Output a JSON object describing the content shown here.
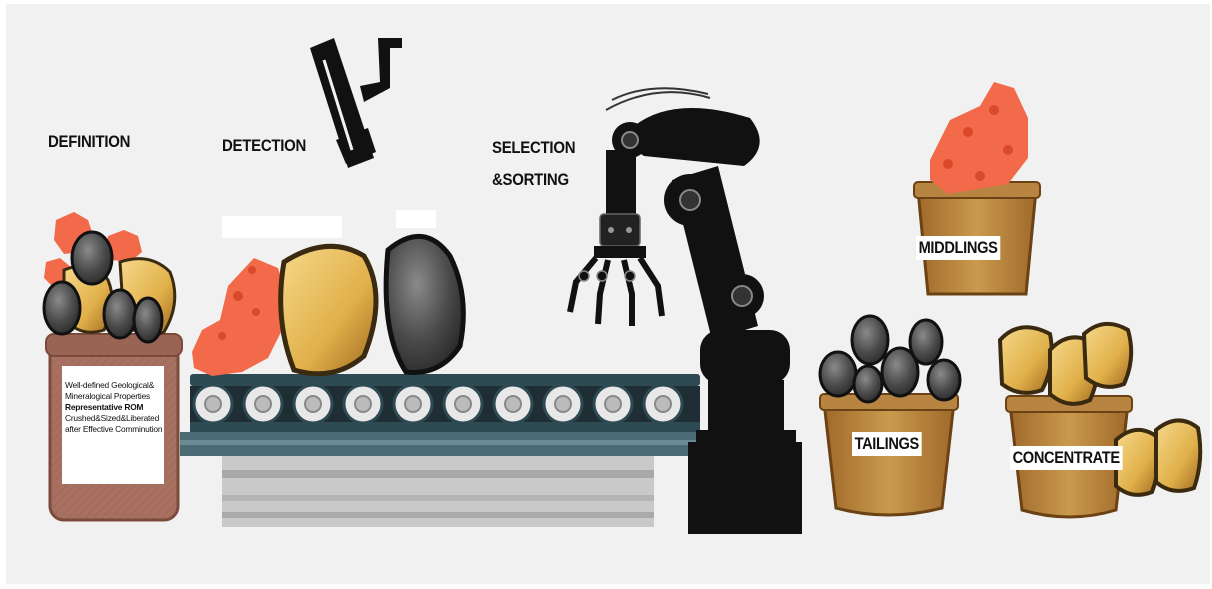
{
  "stages": {
    "definition": "DEFINITION",
    "detection": "DETECTION",
    "selection_line1": "SELECTION",
    "selection_line2": "&SORTING"
  },
  "definition_box": {
    "line1": "Well-defined Geological&",
    "line2": "Mineralogical Properties",
    "line3": "Representative ROM",
    "line4": "Crushed&Sized&Liberated",
    "line5": "after Effective Comminution"
  },
  "products": {
    "middlings": "MIDDLINGS",
    "tailings": "TAILINGS",
    "concentrate": "CONCENTRATE"
  },
  "colors": {
    "background": "#f1f1f1",
    "ore_orange": "#f26a4a",
    "gold_rock": "#e8b84a",
    "waste_rock": "#3a3a3a",
    "basket": "#b07a32",
    "conveyor": "#2e4a52"
  }
}
